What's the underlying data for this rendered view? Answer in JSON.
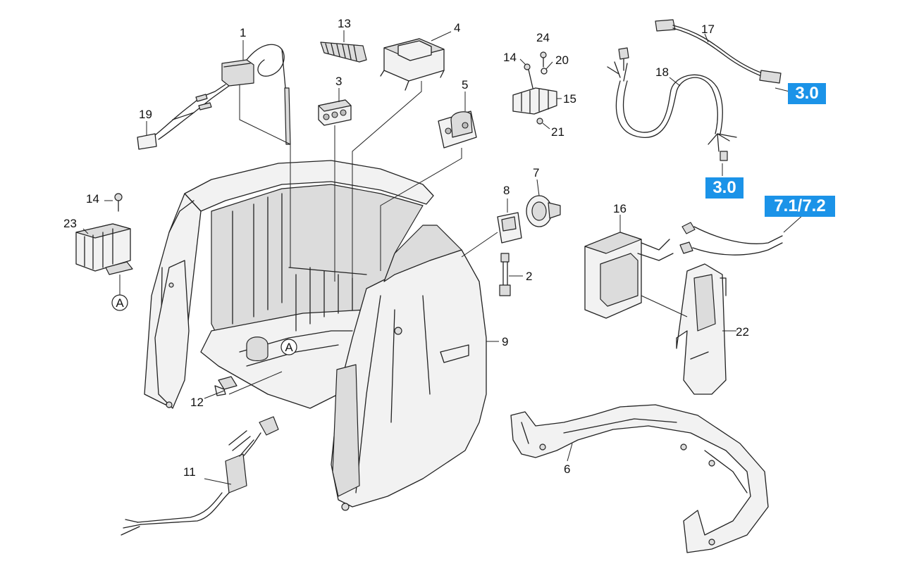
{
  "part_numbers": {
    "p1": "1",
    "p2": "2",
    "p3": "3",
    "p4": "4",
    "p5": "5",
    "p6": "6",
    "p7": "7",
    "p8": "8",
    "p9": "9",
    "p11": "11",
    "p12": "12",
    "p13": "13",
    "p14a": "14",
    "p14b": "14",
    "p15": "15",
    "p16": "16",
    "p17": "17",
    "p18": "18",
    "p19": "19",
    "p20": "20",
    "p21": "21",
    "p22": "22",
    "p23": "23",
    "p24": "24"
  },
  "markers": {
    "a1": "A",
    "a2": "A"
  },
  "references": {
    "r1": "3.0",
    "r2": "3.0",
    "r3": "7.1/7.2"
  },
  "colors": {
    "badge": "#1b93e8",
    "line": "#222222"
  }
}
